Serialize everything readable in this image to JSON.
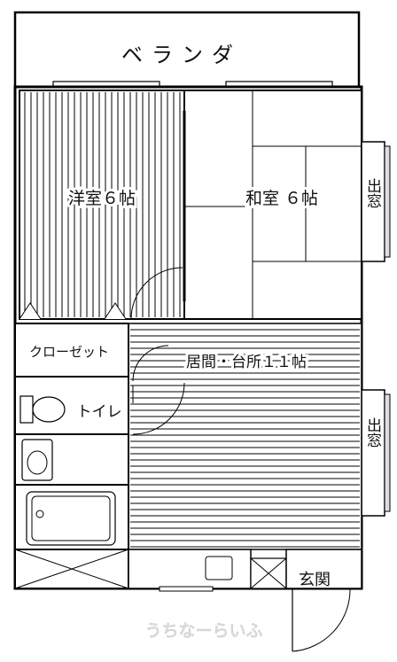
{
  "rooms": {
    "veranda": "ベランダ",
    "western_room": "洋室６帖",
    "japanese_room": "和室 ６帖",
    "closet": "クローゼット",
    "toilet": "トイレ",
    "living_kitchen": "居間・台所１１帖",
    "entrance": "玄関"
  },
  "windows": {
    "bay_window_top": "出窓",
    "bay_window_right": "出窓"
  },
  "watermark": "うちなーらいふ"
}
